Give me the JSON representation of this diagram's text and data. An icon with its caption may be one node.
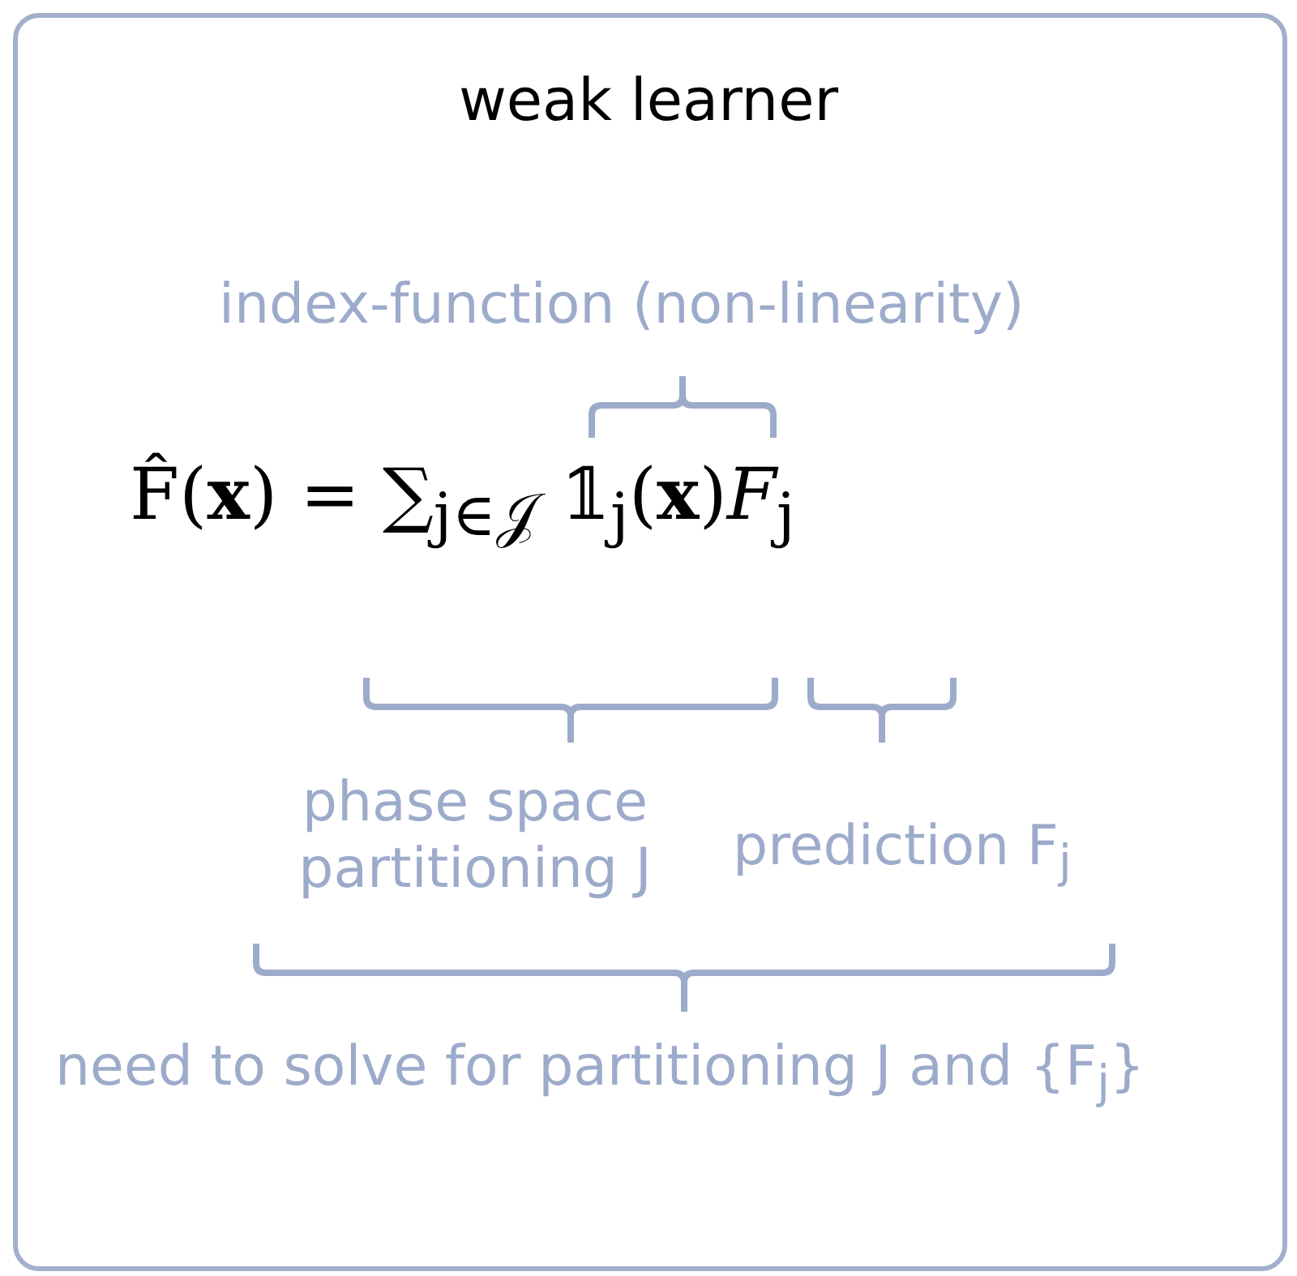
{
  "diagram": {
    "title": "weak learner",
    "labels": [
      "index-function (non-linearity)",
      "F̂(**x**) = ∑$_{j∈𝒥}$ 𝟙$_{j}$(**x**)*F*$_{j}$",
      "phase space partitioning J",
      "prediction F$_{j}$",
      "need to solve for partitioning J and {F$_{j}$}"
    ]
  }
}
